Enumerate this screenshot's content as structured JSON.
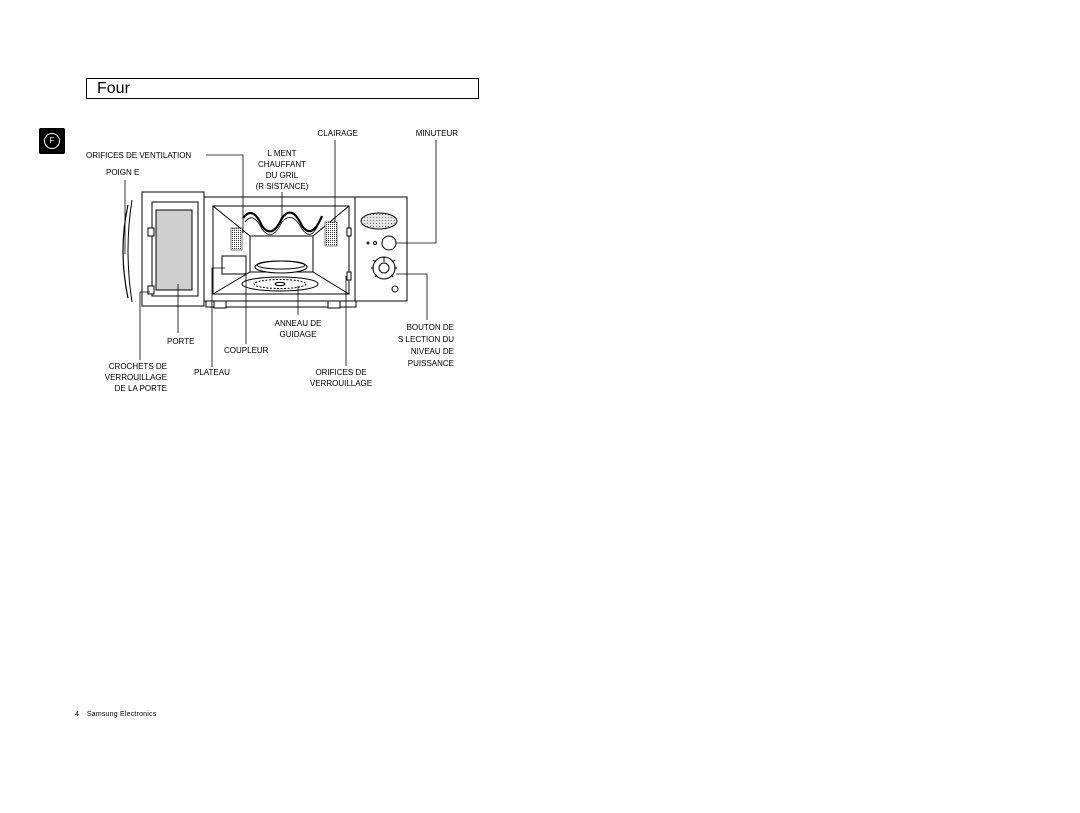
{
  "title": "Four",
  "lang_badge": "F",
  "labels": {
    "clairage": "CLAIRAGE",
    "minuteur": "MINUTEUR",
    "orifices_ventilation": "ORIFICES DE VENTILATION",
    "element_chauffant": [
      "L MENT",
      "CHAUFFANT",
      "DU GRIL",
      "(R SISTANCE)"
    ],
    "poignee": "POIGN E",
    "anneau": [
      "ANNEAU DE",
      "GUIDAGE"
    ],
    "porte": "PORTE",
    "coupleur": "COUPLEUR",
    "crochets": [
      "CROCHETS DE",
      "VERROUILLAGE",
      "DE LA PORTE"
    ],
    "plateau": "PLATEAU",
    "orifices_verrouillage": [
      "ORIFICES DE",
      "VERROUILLAGE"
    ],
    "bouton": [
      "BOUTON DE",
      "S LECTION DU",
      "NIVEAU DE",
      "PUISSANCE"
    ]
  },
  "footer": {
    "page_number": "4",
    "brand": "Samsung Electronics"
  }
}
